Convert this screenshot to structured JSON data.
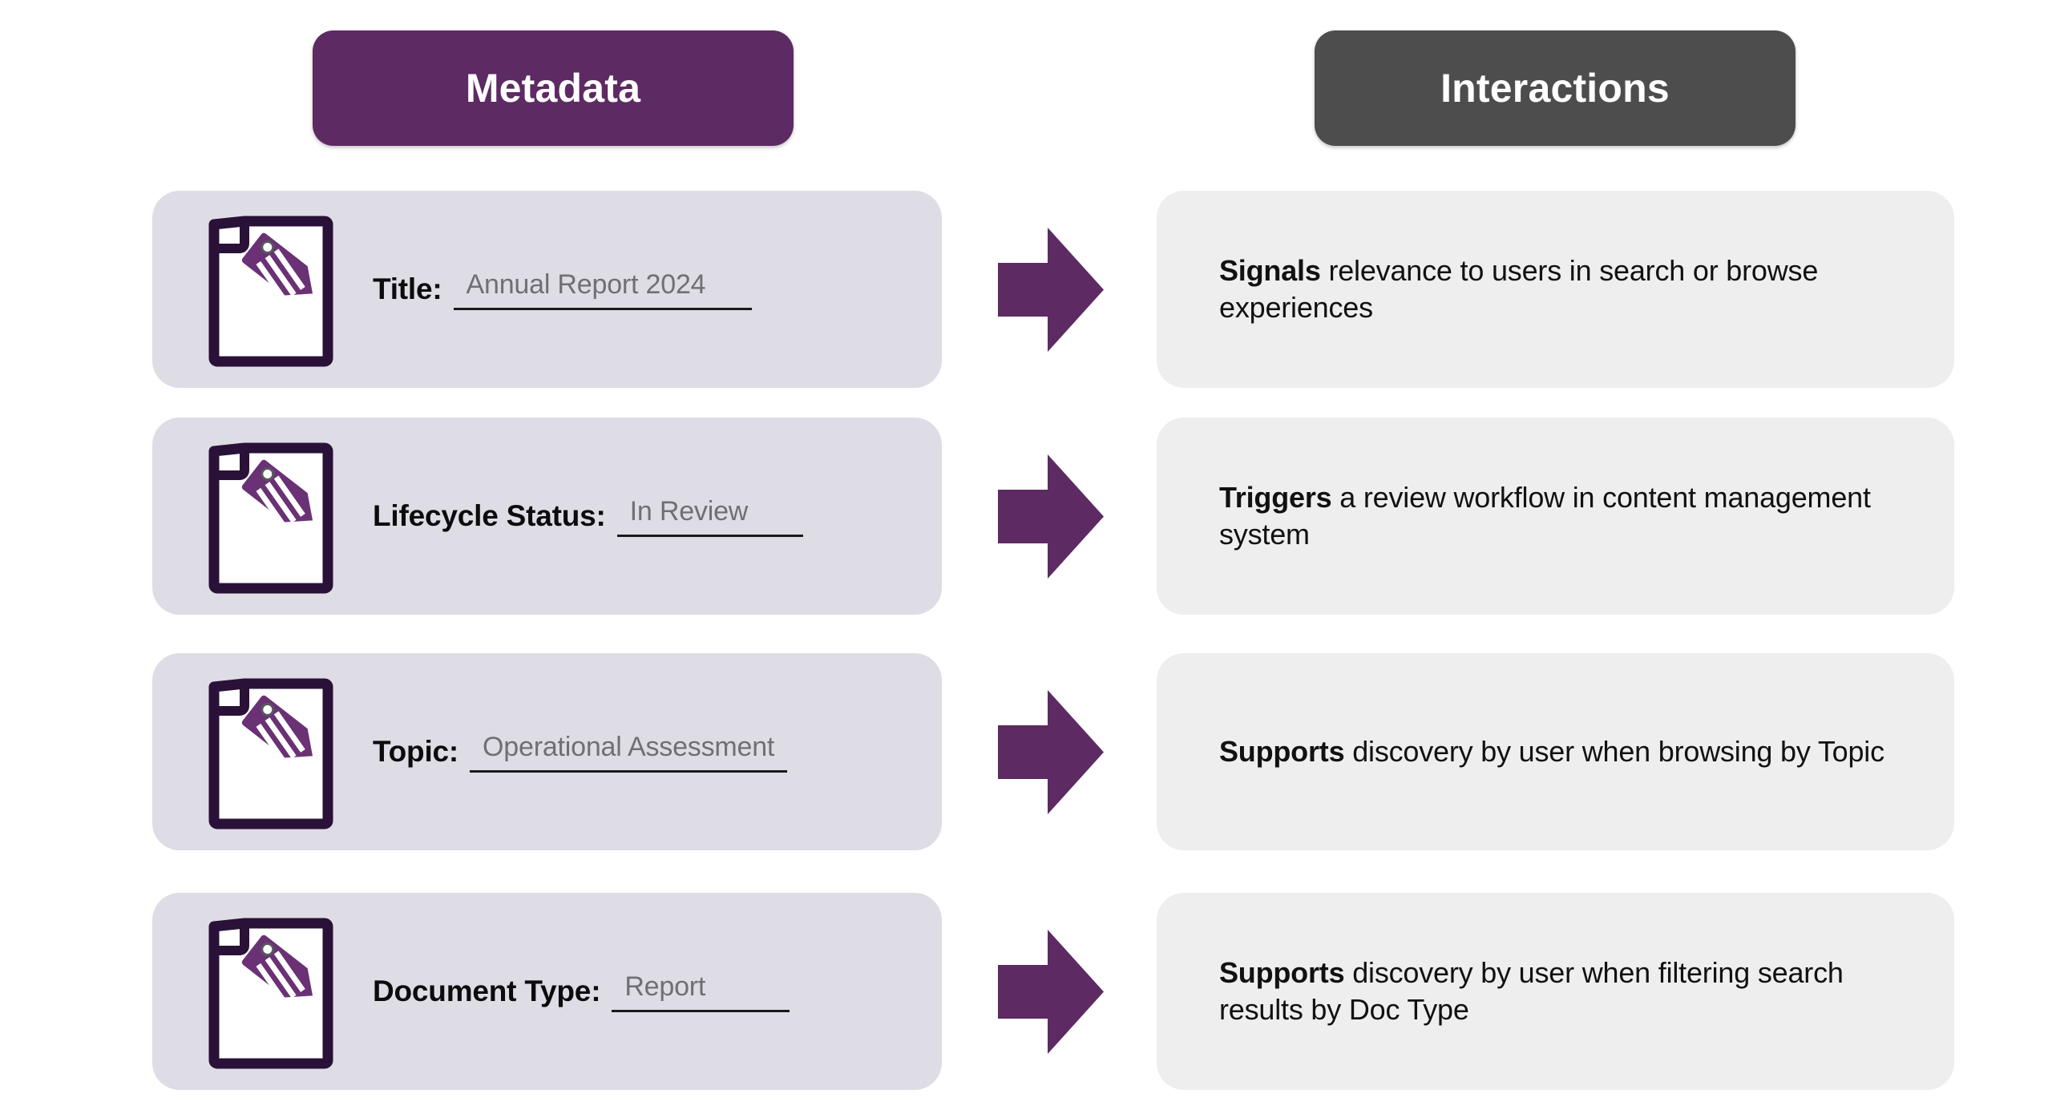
{
  "headers": {
    "metadata": "Metadata",
    "interactions": "Interactions"
  },
  "colors": {
    "metadata_pill_bg": "#5d2a63",
    "interactions_pill_bg": "#4d4d4d",
    "metadata_card_bg": "#dedde6",
    "interactions_card_bg": "#eeeeee",
    "arrow": "#5d2a63",
    "doc_outline": "#2a1138",
    "tag": "#6a3175",
    "value_text": "#6f6f74"
  },
  "icons": {
    "document_tag": "document-tag-icon",
    "arrow": "arrow-right-icon"
  },
  "rows": [
    {
      "label": "Title:",
      "value": "Annual Report 2024",
      "value_width": 340,
      "interaction_lead": "Signals",
      "interaction_rest": " relevance to users in search or browse experiences"
    },
    {
      "label": "Lifecycle Status:",
      "value": "In Review",
      "value_width": 200,
      "interaction_lead": "Triggers",
      "interaction_rest": " a review workflow in content management system"
    },
    {
      "label": "Topic:",
      "value": "Operational Assessment",
      "value_width": 330,
      "interaction_lead": "Supports",
      "interaction_rest": " discovery by user when browsing by Topic"
    },
    {
      "label": "Document Type:",
      "value": "Report",
      "value_width": 190,
      "interaction_lead": "Supports",
      "interaction_rest": " discovery by user when filtering search results by Doc Type"
    }
  ]
}
